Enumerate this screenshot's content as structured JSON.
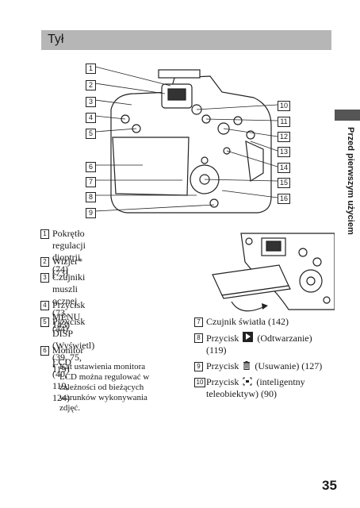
{
  "header": {
    "title": "Tył"
  },
  "side_label": "Przed pierwszym użyciem",
  "callouts": [
    "1",
    "2",
    "3",
    "4",
    "5",
    "6",
    "7",
    "8",
    "9",
    "10",
    "11",
    "12",
    "13",
    "14",
    "15",
    "16"
  ],
  "items": [
    {
      "num": "1",
      "lines": [
        "Pokrętło regulacji dioptrii",
        "(74)"
      ]
    },
    {
      "num": "2",
      "lines": [
        "Wizjer* (73)"
      ]
    },
    {
      "num": "3",
      "lines": [
        "Czujniki muszli ocznej (73,",
        "143)"
      ]
    },
    {
      "num": "4",
      "lines": [
        "Przycisk MENU (44)"
      ]
    },
    {
      "num": "5",
      "lines": [
        "Przycisk DISP (Wyświetl)",
        "(39, 75, 119)"
      ]
    },
    {
      "num": "6",
      "lines": [
        "Monitor LCD (40, 119, 124)"
      ]
    },
    {
      "num": "7",
      "lines": [
        "Czujnik światła (142)"
      ]
    },
    {
      "num": "8",
      "lines": [
        "Przycisk",
        "(Odtwarzanie)",
        "(119)"
      ]
    },
    {
      "num": "9",
      "lines": [
        "Przycisk",
        "(Usuwanie) (127)"
      ]
    },
    {
      "num": "10",
      "lines": [
        "Przycisk",
        "(inteligentny",
        "teleobiektyw) (90)"
      ]
    }
  ],
  "note": {
    "bullet": "•",
    "lines": [
      "Kąt ustawienia monitora",
      "LCD można regulować w",
      "zależności od bieżących",
      "warunków wykonywania",
      "zdjęć."
    ]
  },
  "page_number": "35",
  "icons": [
    "camera-back-illustration",
    "monitor-tilt-illustration",
    "play-icon",
    "trash-icon",
    "smart-zoom-icon"
  ]
}
